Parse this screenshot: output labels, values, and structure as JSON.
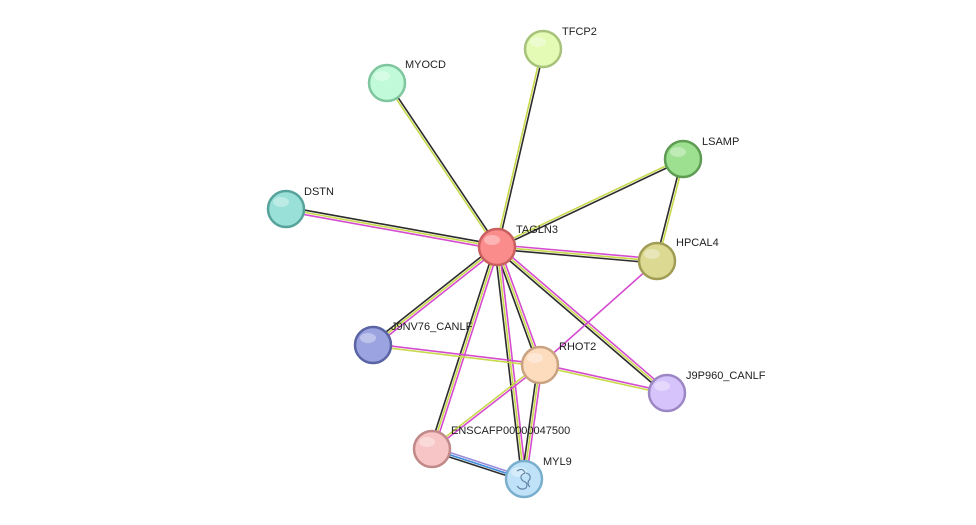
{
  "nodes": [
    {
      "id": "TAGLN3",
      "label": "TAGLN3",
      "fill": "#fb8c8c",
      "stroke": "#c95f5f"
    },
    {
      "id": "TFCP2",
      "label": "TFCP2",
      "fill": "#e3fbb5",
      "stroke": "#a7c279"
    },
    {
      "id": "MYOCD",
      "label": "MYOCD",
      "fill": "#c0fad8",
      "stroke": "#7fc59d"
    },
    {
      "id": "LSAMP",
      "label": "LSAMP",
      "fill": "#9de08f",
      "stroke": "#5d9c52"
    },
    {
      "id": "DSTN",
      "label": "DSTN",
      "fill": "#99e0d8",
      "stroke": "#56a39b"
    },
    {
      "id": "HPCAL4",
      "label": "HPCAL4",
      "fill": "#dcd992",
      "stroke": "#a09c54"
    },
    {
      "id": "J9NV76_CANLF",
      "label": "J9NV76_CANLF",
      "fill": "#9ba3e0",
      "stroke": "#5a63a3"
    },
    {
      "id": "RHOT2",
      "label": "RHOT2",
      "fill": "#fddbbd",
      "stroke": "#c8a281"
    },
    {
      "id": "J9P960_CANLF",
      "label": "J9P960_CANLF",
      "fill": "#d6c3fb",
      "stroke": "#9c87c4"
    },
    {
      "id": "ENSCAFP00000047500",
      "label": "ENSCAFP00000047500",
      "fill": "#f7c5c5",
      "stroke": "#c08888"
    },
    {
      "id": "MYL9",
      "label": "MYL9",
      "fill": "#bfe2f8",
      "stroke": "#7aaecd",
      "has_structure": true
    }
  ],
  "edges": [
    {
      "source": "TAGLN3",
      "target": "TFCP2",
      "colors": [
        "#c8d94a",
        "#2b2b2b"
      ]
    },
    {
      "source": "TAGLN3",
      "target": "MYOCD",
      "colors": [
        "#c8d94a",
        "#2b2b2b"
      ]
    },
    {
      "source": "TAGLN3",
      "target": "LSAMP",
      "colors": [
        "#c8d94a",
        "#2b2b2b"
      ]
    },
    {
      "source": "TAGLN3",
      "target": "DSTN",
      "colors": [
        "#d54bd0",
        "#c8d94a",
        "#2b2b2b"
      ]
    },
    {
      "source": "TAGLN3",
      "target": "HPCAL4",
      "colors": [
        "#d54bd0",
        "#c8d94a",
        "#2b2b2b"
      ]
    },
    {
      "source": "TAGLN3",
      "target": "J9NV76_CANLF",
      "colors": [
        "#d54bd0",
        "#c8d94a",
        "#2b2b2b"
      ]
    },
    {
      "source": "TAGLN3",
      "target": "RHOT2",
      "colors": [
        "#d54bd0",
        "#c8d94a",
        "#2b2b2b"
      ]
    },
    {
      "source": "TAGLN3",
      "target": "J9P960_CANLF",
      "colors": [
        "#d54bd0",
        "#c8d94a",
        "#2b2b2b"
      ]
    },
    {
      "source": "TAGLN3",
      "target": "ENSCAFP00000047500",
      "colors": [
        "#d54bd0",
        "#c8d94a",
        "#2b2b2b"
      ]
    },
    {
      "source": "TAGLN3",
      "target": "MYL9",
      "colors": [
        "#d54bd0",
        "#c8d94a",
        "#2b2b2b"
      ]
    },
    {
      "source": "LSAMP",
      "target": "HPCAL4",
      "colors": [
        "#c8d94a",
        "#2b2b2b"
      ]
    },
    {
      "source": "HPCAL4",
      "target": "RHOT2",
      "colors": [
        "#d54bd0"
      ]
    },
    {
      "source": "J9NV76_CANLF",
      "target": "RHOT2",
      "colors": [
        "#d54bd0",
        "#c8d94a"
      ]
    },
    {
      "source": "RHOT2",
      "target": "J9P960_CANLF",
      "colors": [
        "#d54bd0",
        "#c8d94a"
      ]
    },
    {
      "source": "RHOT2",
      "target": "ENSCAFP00000047500",
      "colors": [
        "#d54bd0",
        "#c8d94a"
      ]
    },
    {
      "source": "RHOT2",
      "target": "MYL9",
      "colors": [
        "#d54bd0",
        "#c8d94a",
        "#2b2b2b"
      ]
    },
    {
      "source": "ENSCAFP00000047500",
      "target": "MYL9",
      "colors": [
        "#9b8ad8",
        "#3d8bd9",
        "#2b2b2b"
      ]
    }
  ]
}
